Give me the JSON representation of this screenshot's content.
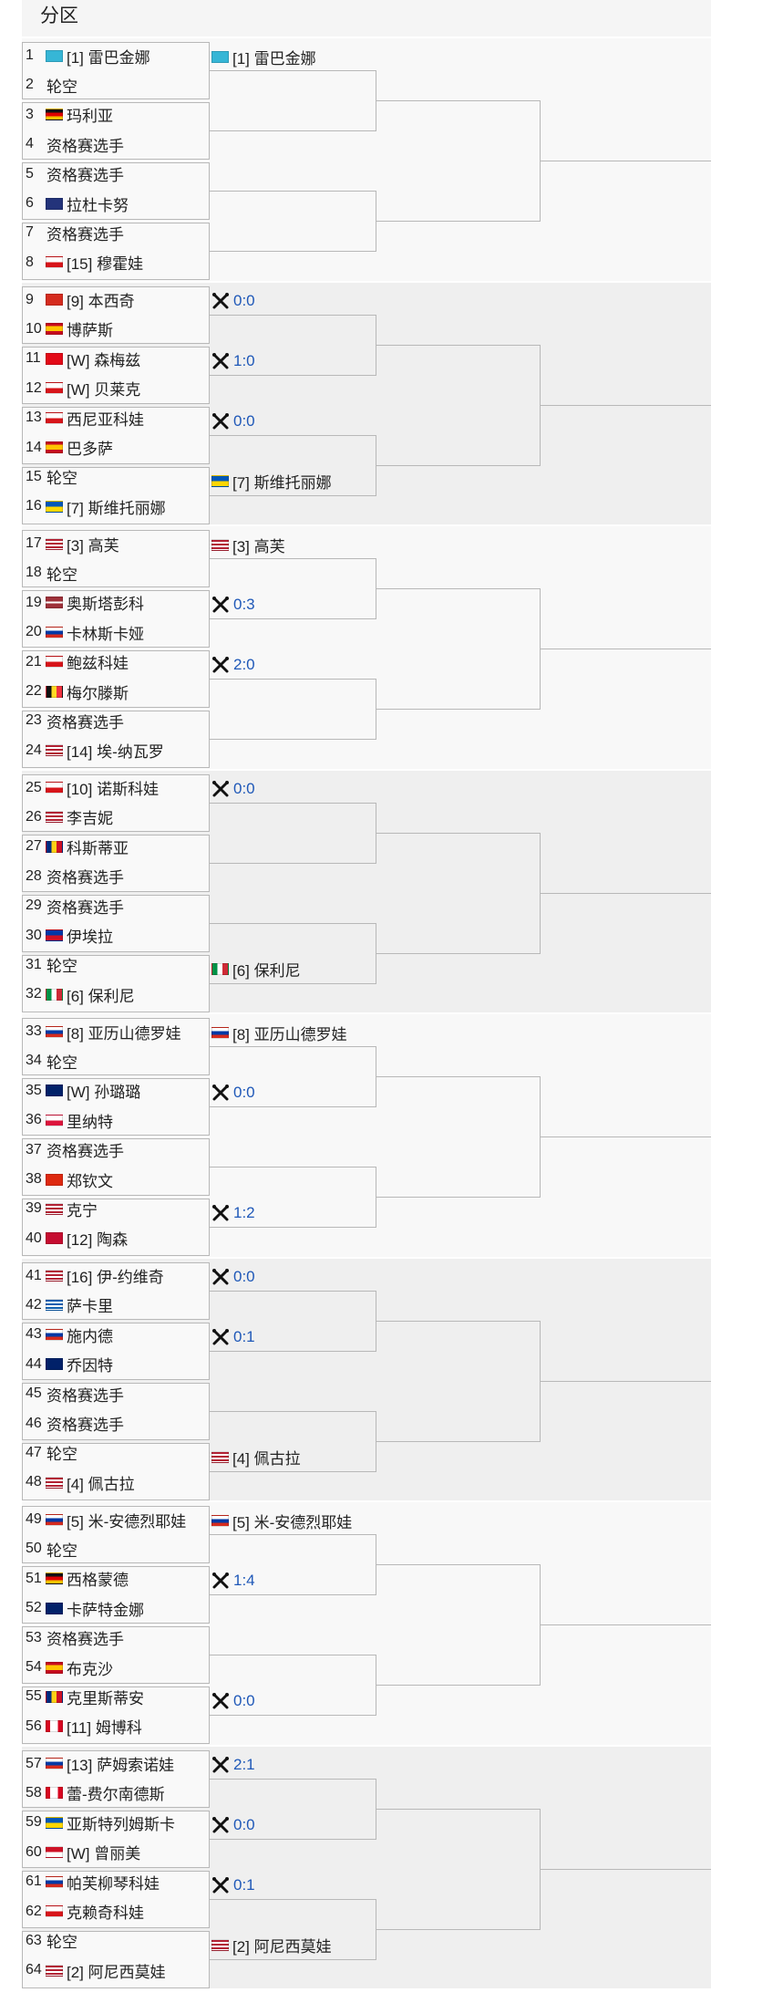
{
  "title": "分区",
  "colors": {
    "band_shaded": "#efefef",
    "band_plain": "#f8f8f8",
    "score": "#1f58b8",
    "line": "#b8b8b8"
  },
  "players": [
    {
      "n": "1",
      "flag": "kz",
      "name": "[1] 雷巴金娜"
    },
    {
      "n": "2",
      "flag": "",
      "name": "轮空"
    },
    {
      "n": "3",
      "flag": "de",
      "name": "玛利亚"
    },
    {
      "n": "4",
      "flag": "",
      "name": "资格赛选手"
    },
    {
      "n": "5",
      "flag": "",
      "name": "资格赛选手"
    },
    {
      "n": "6",
      "flag": "gb",
      "name": "拉杜卡努"
    },
    {
      "n": "7",
      "flag": "",
      "name": "资格赛选手"
    },
    {
      "n": "8",
      "flag": "cz",
      "name": "[15] 穆霍娃"
    },
    {
      "n": "9",
      "flag": "ch",
      "name": "[9] 本西奇"
    },
    {
      "n": "10",
      "flag": "es",
      "name": "博萨斯"
    },
    {
      "n": "11",
      "flag": "tr",
      "name": "[W] 森梅兹"
    },
    {
      "n": "12",
      "flag": "cz",
      "name": "[W] 贝莱克"
    },
    {
      "n": "13",
      "flag": "cz",
      "name": "西尼亚科娃"
    },
    {
      "n": "14",
      "flag": "es",
      "name": "巴多萨"
    },
    {
      "n": "15",
      "flag": "",
      "name": "轮空"
    },
    {
      "n": "16",
      "flag": "ua",
      "name": "[7] 斯维托丽娜"
    },
    {
      "n": "17",
      "flag": "us",
      "name": "[3] 高芙"
    },
    {
      "n": "18",
      "flag": "",
      "name": "轮空"
    },
    {
      "n": "19",
      "flag": "lv",
      "name": "奥斯塔彭科"
    },
    {
      "n": "20",
      "flag": "ru",
      "name": "卡林斯卡娅"
    },
    {
      "n": "21",
      "flag": "cz",
      "name": "鲍兹科娃"
    },
    {
      "n": "22",
      "flag": "be",
      "name": "梅尔滕斯"
    },
    {
      "n": "23",
      "flag": "",
      "name": "资格赛选手"
    },
    {
      "n": "24",
      "flag": "us",
      "name": "[14] 埃-纳瓦罗"
    },
    {
      "n": "25",
      "flag": "cz",
      "name": "[10] 诺斯科娃"
    },
    {
      "n": "26",
      "flag": "us",
      "name": "李吉妮"
    },
    {
      "n": "27",
      "flag": "ro",
      "name": "科斯蒂亚"
    },
    {
      "n": "28",
      "flag": "",
      "name": "资格赛选手"
    },
    {
      "n": "29",
      "flag": "",
      "name": "资格赛选手"
    },
    {
      "n": "30",
      "flag": "ph",
      "name": "伊埃拉"
    },
    {
      "n": "31",
      "flag": "",
      "name": "轮空"
    },
    {
      "n": "32",
      "flag": "it",
      "name": "[6] 保利尼"
    },
    {
      "n": "33",
      "flag": "ru",
      "name": "[8] 亚历山德罗娃"
    },
    {
      "n": "34",
      "flag": "",
      "name": "轮空"
    },
    {
      "n": "35",
      "flag": "au",
      "name": "[W] 孙璐璐"
    },
    {
      "n": "36",
      "flag": "pl",
      "name": "里纳特"
    },
    {
      "n": "37",
      "flag": "",
      "name": "资格赛选手"
    },
    {
      "n": "38",
      "flag": "cn",
      "name": "郑钦文"
    },
    {
      "n": "39",
      "flag": "us",
      "name": "克宁"
    },
    {
      "n": "40",
      "flag": "dk",
      "name": "[12] 陶森"
    },
    {
      "n": "41",
      "flag": "us",
      "name": "[16] 伊-约维奇"
    },
    {
      "n": "42",
      "flag": "gr",
      "name": "萨卡里"
    },
    {
      "n": "43",
      "flag": "ru",
      "name": "施内德"
    },
    {
      "n": "44",
      "flag": "au",
      "name": "乔因特"
    },
    {
      "n": "45",
      "flag": "",
      "name": "资格赛选手"
    },
    {
      "n": "46",
      "flag": "",
      "name": "资格赛选手"
    },
    {
      "n": "47",
      "flag": "",
      "name": "轮空"
    },
    {
      "n": "48",
      "flag": "us",
      "name": "[4] 佩古拉"
    },
    {
      "n": "49",
      "flag": "ru",
      "name": "[5] 米-安德烈耶娃"
    },
    {
      "n": "50",
      "flag": "",
      "name": "轮空"
    },
    {
      "n": "51",
      "flag": "de",
      "name": "西格蒙德"
    },
    {
      "n": "52",
      "flag": "au",
      "name": "卡萨特金娜"
    },
    {
      "n": "53",
      "flag": "",
      "name": "资格赛选手"
    },
    {
      "n": "54",
      "flag": "es",
      "name": "布克沙"
    },
    {
      "n": "55",
      "flag": "ro",
      "name": "克里斯蒂安"
    },
    {
      "n": "56",
      "flag": "ca",
      "name": "[11] 姆博科"
    },
    {
      "n": "57",
      "flag": "ru",
      "name": "[13] 萨姆索诺娃"
    },
    {
      "n": "58",
      "flag": "ca",
      "name": "蕾-费尔南德斯"
    },
    {
      "n": "59",
      "flag": "ua",
      "name": "亚斯特列姆斯卡"
    },
    {
      "n": "60",
      "flag": "id",
      "name": "[W] 曾丽美"
    },
    {
      "n": "61",
      "flag": "ru",
      "name": "帕芙柳琴科娃"
    },
    {
      "n": "62",
      "flag": "cz",
      "name": "克赖奇科娃"
    },
    {
      "n": "63",
      "flag": "",
      "name": "轮空"
    },
    {
      "n": "64",
      "flag": "us",
      "name": "[2] 阿尼西莫娃"
    }
  ],
  "round2": [
    {
      "type": "player",
      "flag": "kz",
      "text": "[1] 雷巴金娜"
    },
    {
      "type": "empty"
    },
    {
      "type": "empty"
    },
    {
      "type": "empty"
    },
    {
      "type": "score",
      "text": "0:0"
    },
    {
      "type": "score",
      "text": "1:0"
    },
    {
      "type": "score",
      "text": "0:0"
    },
    {
      "type": "player",
      "flag": "ua",
      "text": "[7] 斯维托丽娜"
    },
    {
      "type": "player",
      "flag": "us",
      "text": "[3] 高芙"
    },
    {
      "type": "score",
      "text": "0:3"
    },
    {
      "type": "score",
      "text": "2:0"
    },
    {
      "type": "empty"
    },
    {
      "type": "score",
      "text": "0:0"
    },
    {
      "type": "empty"
    },
    {
      "type": "empty"
    },
    {
      "type": "player",
      "flag": "it",
      "text": "[6] 保利尼"
    },
    {
      "type": "player",
      "flag": "ru",
      "text": "[8] 亚历山德罗娃"
    },
    {
      "type": "score",
      "text": "0:0"
    },
    {
      "type": "empty"
    },
    {
      "type": "score",
      "text": "1:2"
    },
    {
      "type": "score",
      "text": "0:0"
    },
    {
      "type": "score",
      "text": "0:1"
    },
    {
      "type": "empty"
    },
    {
      "type": "player",
      "flag": "us",
      "text": "[4] 佩古拉"
    },
    {
      "type": "player",
      "flag": "ru",
      "text": "[5] 米-安德烈耶娃"
    },
    {
      "type": "score",
      "text": "1:4"
    },
    {
      "type": "empty"
    },
    {
      "type": "score",
      "text": "0:0"
    },
    {
      "type": "score",
      "text": "2:1"
    },
    {
      "type": "score",
      "text": "0:0"
    },
    {
      "type": "score",
      "text": "0:1"
    },
    {
      "type": "player",
      "flag": "us",
      "text": "[2] 阿尼西莫娃"
    }
  ]
}
